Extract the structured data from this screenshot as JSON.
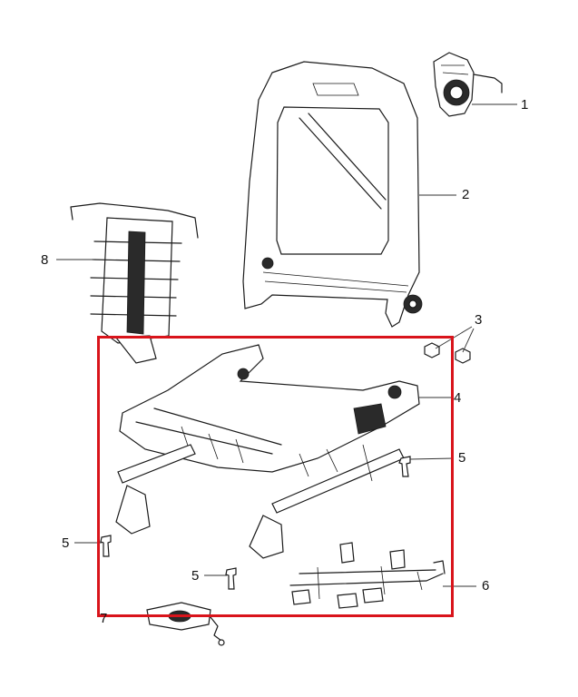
{
  "diagram": {
    "callouts": [
      {
        "id": "1",
        "label": "1"
      },
      {
        "id": "2",
        "label": "2"
      },
      {
        "id": "3",
        "label": "3"
      },
      {
        "id": "4",
        "label": "4"
      },
      {
        "id": "5a",
        "label": "5"
      },
      {
        "id": "5b",
        "label": "5"
      },
      {
        "id": "5c",
        "label": "5"
      },
      {
        "id": "6",
        "label": "6"
      },
      {
        "id": "7",
        "label": "7"
      },
      {
        "id": "8",
        "label": "8"
      }
    ],
    "highlight_color": "#d9141b",
    "parts": [
      {
        "name": "seatback-recliner-module-icon"
      },
      {
        "name": "seatback-frame-icon"
      },
      {
        "name": "nut-icon"
      },
      {
        "name": "seat-adjuster-frame-icon"
      },
      {
        "name": "bolt-icon"
      },
      {
        "name": "wiring-harness-icon"
      },
      {
        "name": "power-seat-motor-icon"
      },
      {
        "name": "lumbar-support-icon"
      }
    ]
  }
}
